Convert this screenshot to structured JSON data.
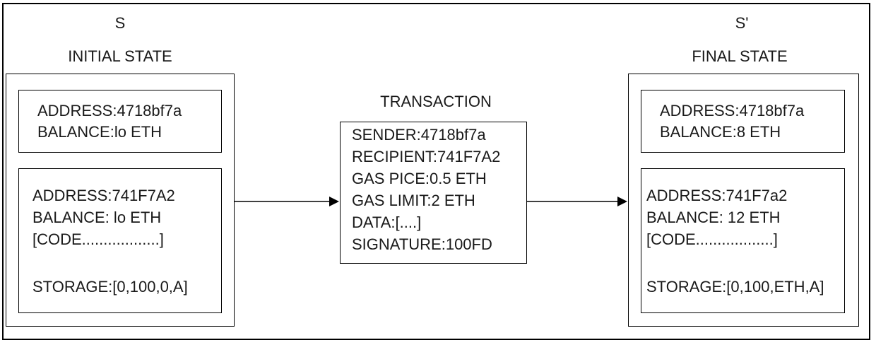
{
  "initial": {
    "symbol": "S",
    "title": "INITIAL STATE",
    "account1": {
      "address": "ADDRESS:4718bf7a",
      "balance": "BALANCE:lo ETH"
    },
    "account2": {
      "address": "ADDRESS:741F7A2",
      "balance": "BALANCE: lo ETH",
      "code": "[CODE..................]",
      "storage": "STORAGE:[0,100,0,A]"
    }
  },
  "transaction": {
    "title": "TRANSACTION",
    "sender": "SENDER:4718bf7a",
    "recipient": "RECIPIENT:741F7A2",
    "gas_price": "GAS PICE:0.5 ETH",
    "gas_limit": "GAS LIMIT:2 ETH",
    "data": "DATA:[....]",
    "signature": "SIGNATURE:100FD"
  },
  "final": {
    "symbol": "S'",
    "title": "FINAL STATE",
    "account1": {
      "address": "ADDRESS:4718bf7a",
      "balance": "BALANCE:8 ETH"
    },
    "account2": {
      "address": "ADDRESS:741F7a2",
      "balance": "BALANCE: 12 ETH",
      "code": "[CODE..................]",
      "storage": "STORAGE:[0,100,ETH,A]"
    }
  }
}
